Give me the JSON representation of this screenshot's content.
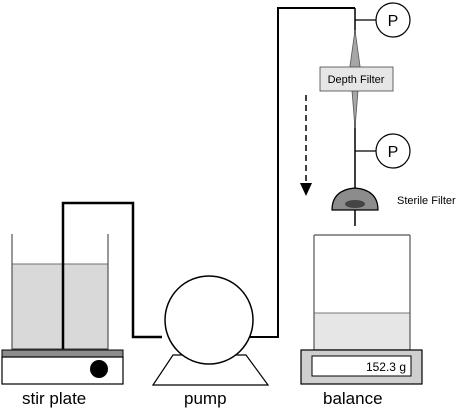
{
  "labels": {
    "stir_plate": "stir plate",
    "pump": "pump",
    "balance": "balance",
    "depth_filter": "Depth Filter",
    "sterile_filter": "Sterile Filter",
    "pressure_gauge_top": "P",
    "pressure_gauge_bottom": "P"
  },
  "balance_reading": "152.3 g",
  "colors": {
    "line": "#000000",
    "liquid": "#d9d9d9",
    "plate_base": "#8c8c8c",
    "filter_housing": "#7f7f7f",
    "depth_filter_box": "#e6e6e6"
  }
}
